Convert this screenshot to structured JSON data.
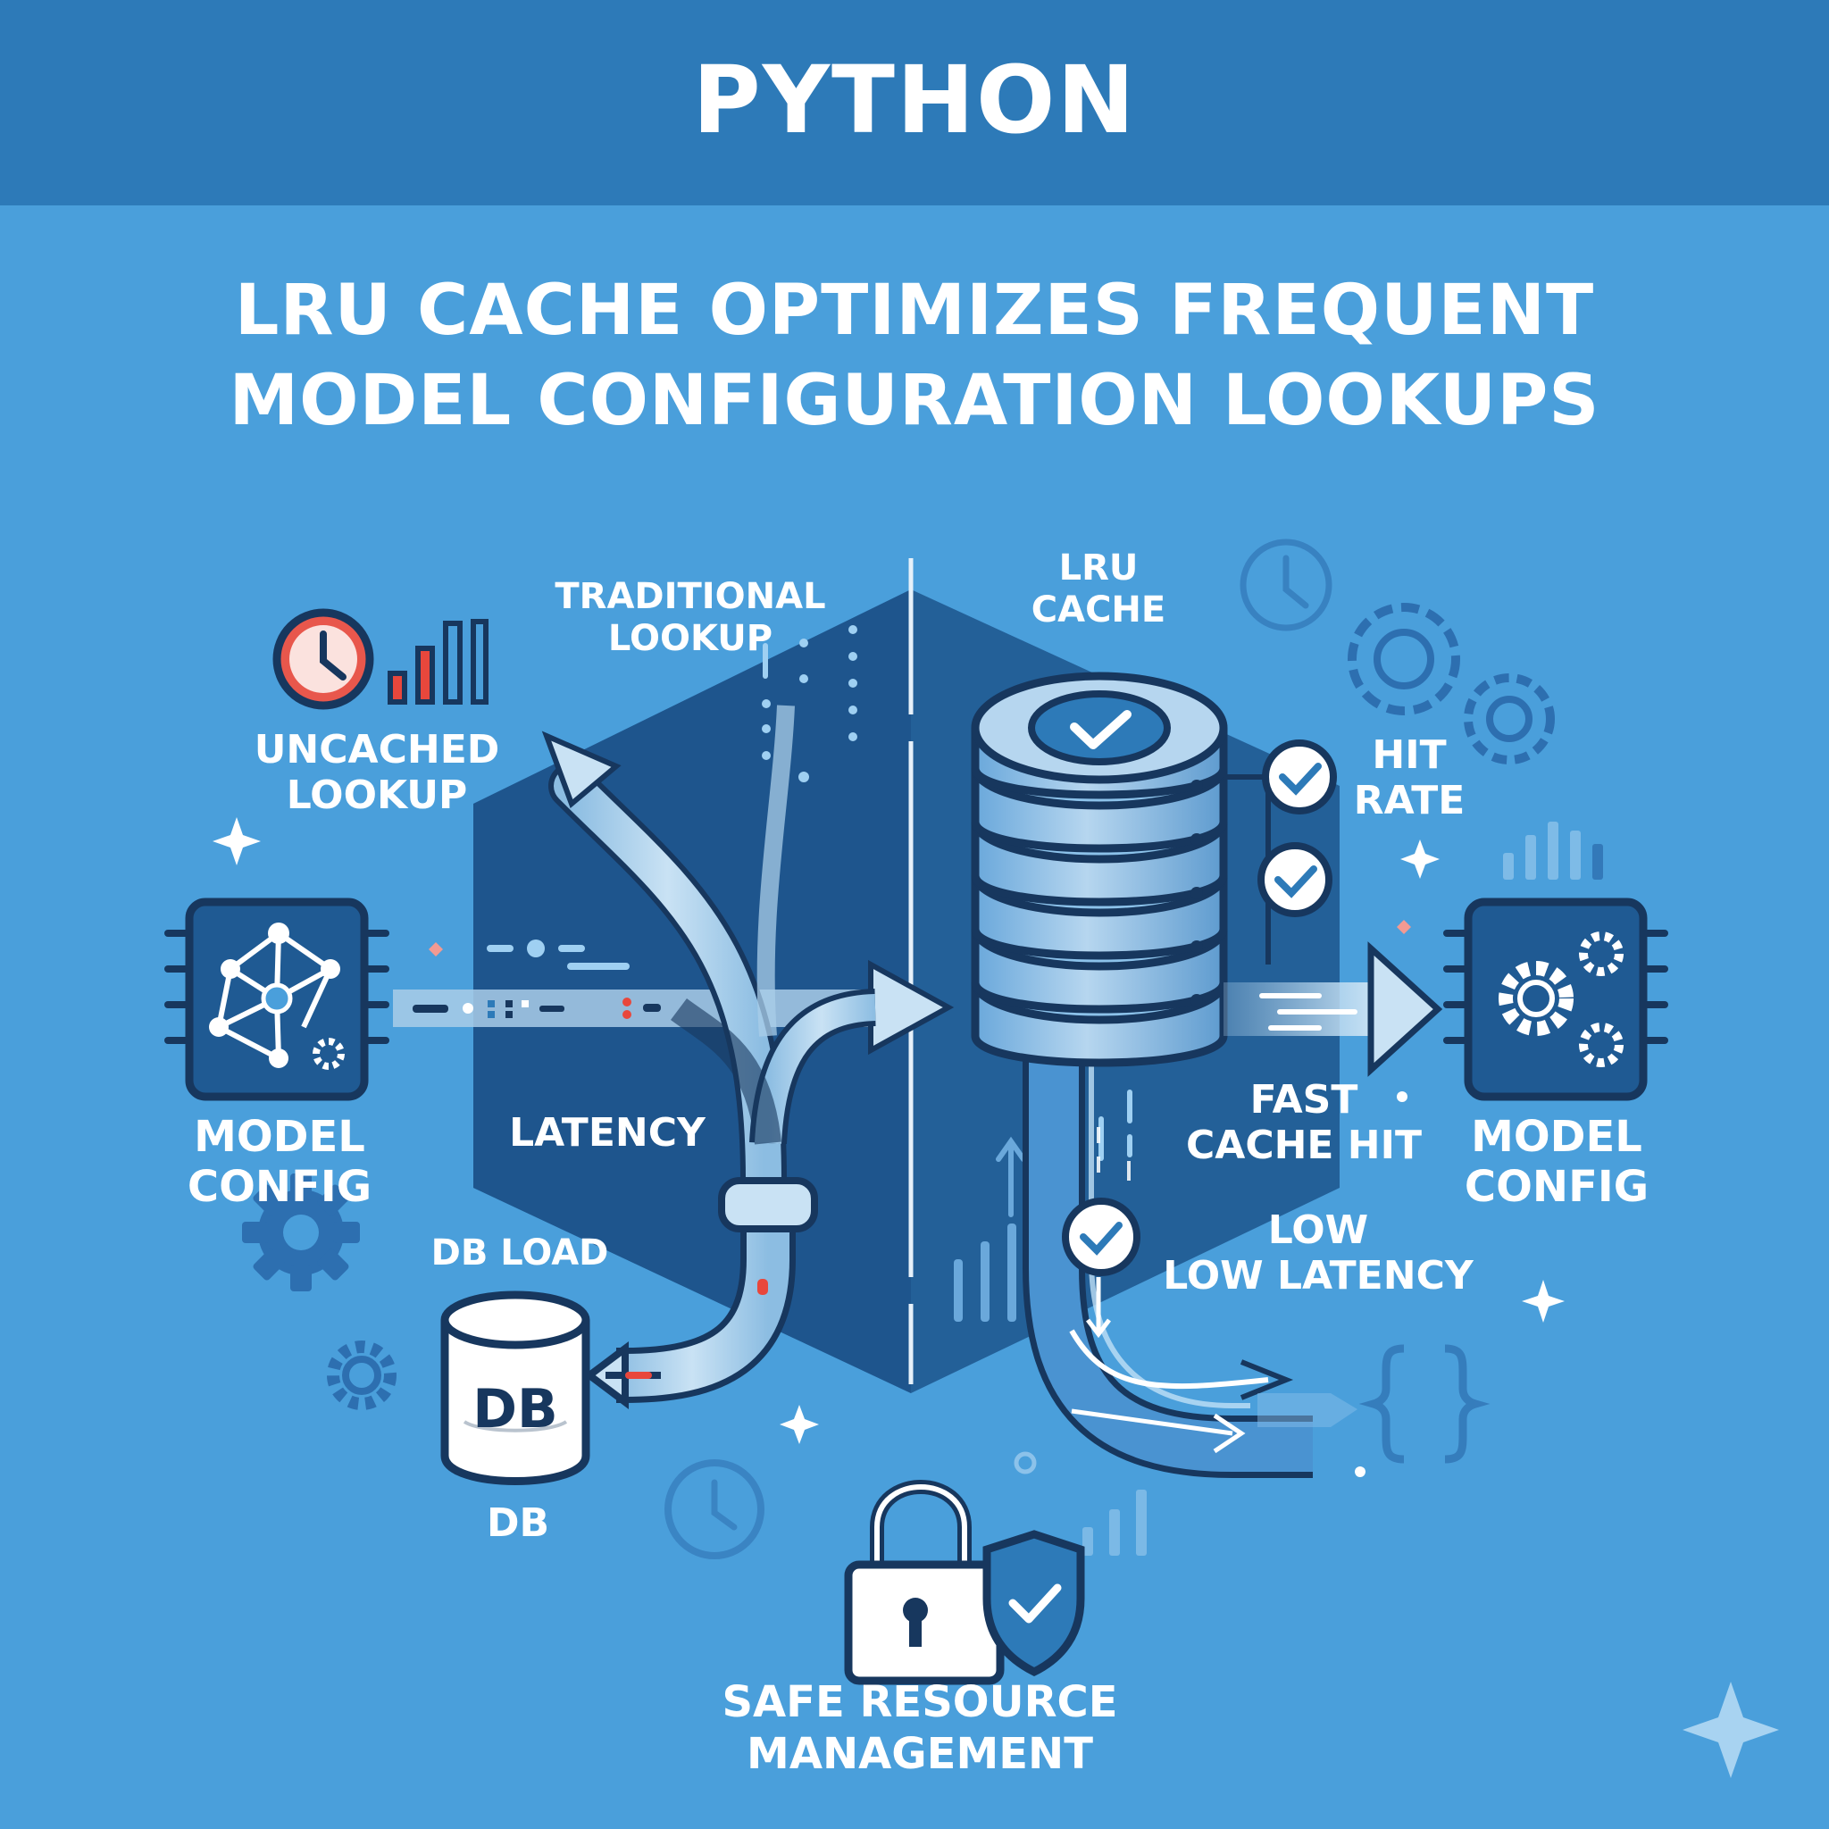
{
  "header": {
    "title": "PYTHON"
  },
  "headline": {
    "line1": "LRU CACHE OPTIMIZES FREQUENT",
    "line2": "MODEL CONFIGURATION LOOKUPS"
  },
  "labels": {
    "traditional_lookup": [
      "TRADITIONAL",
      "LOOKUP"
    ],
    "uncached_lookup": [
      "UNCACHED",
      "LOOKUP"
    ],
    "model_config_left": [
      "MODEL",
      "CONFIG"
    ],
    "latency": "LATENCY",
    "db_load": "DB LOAD",
    "db_caption": "DB",
    "db_icon_text": "DB",
    "lru_cache": [
      "LRU",
      "CACHE"
    ],
    "hit_rate": [
      "HIT",
      "RATE"
    ],
    "fast_cache_hit": [
      "FAST",
      "CACHE HIT"
    ],
    "model_config_right": [
      "MODEL",
      "CONFIG"
    ],
    "low_latency": [
      "LOW",
      "LOW LATENCY"
    ],
    "safe_resource": [
      "SAFE RESOURCE",
      "MANAGEMENT"
    ]
  },
  "colors": {
    "background": "#4a9fdb",
    "header": "#2d7ab8",
    "panel": "#1f5a93",
    "dark_outline": "#17375e",
    "pipe": "#a9cde8",
    "alert_red": "#e8473c"
  },
  "icons": [
    "clock-icon",
    "bar-chart-icon",
    "network-chip-icon",
    "gear-icon",
    "database-icon",
    "cache-stack-icon",
    "check-icon",
    "lock-icon",
    "shield-icon",
    "braces-icon",
    "sparkle-icon",
    "arrow-icon"
  ]
}
